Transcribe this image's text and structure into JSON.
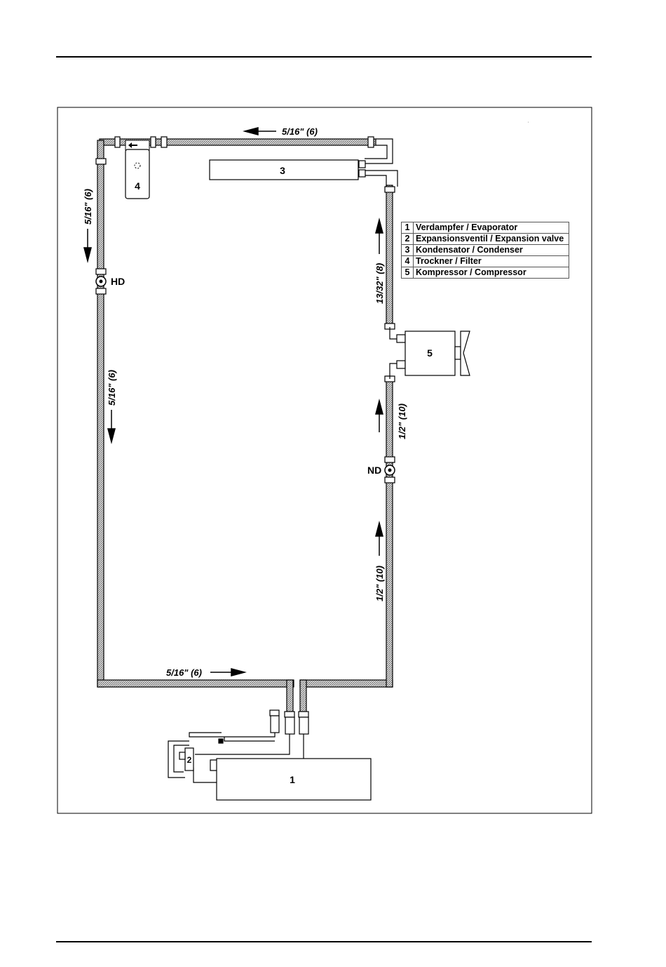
{
  "components": {
    "evaporator_num": "1",
    "expansion_valve_num": "2",
    "condenser_num": "3",
    "dryer_num": "4",
    "compressor_num": "5"
  },
  "ports": {
    "high_pressure": "HD",
    "low_pressure": "ND"
  },
  "pipes": {
    "top": "5/16\" (6)",
    "left_upper": "5/16\" (6)",
    "left_lower": "5/16\" (6)",
    "bottom": "5/16\" (6)",
    "right_upper": "13/32\" (8)",
    "right_middle": "1/2\" (10)",
    "right_lower": "1/2\" (10)"
  },
  "legend": [
    {
      "num": "1",
      "label": "Verdampfer / Evaporator"
    },
    {
      "num": "2",
      "label": "Expansionsventil / Expansion valve"
    },
    {
      "num": "3",
      "label": "Kondensator / Condenser"
    },
    {
      "num": "4",
      "label": "Trockner / Filter"
    },
    {
      "num": "5",
      "label": "Kompressor / Compressor"
    }
  ]
}
